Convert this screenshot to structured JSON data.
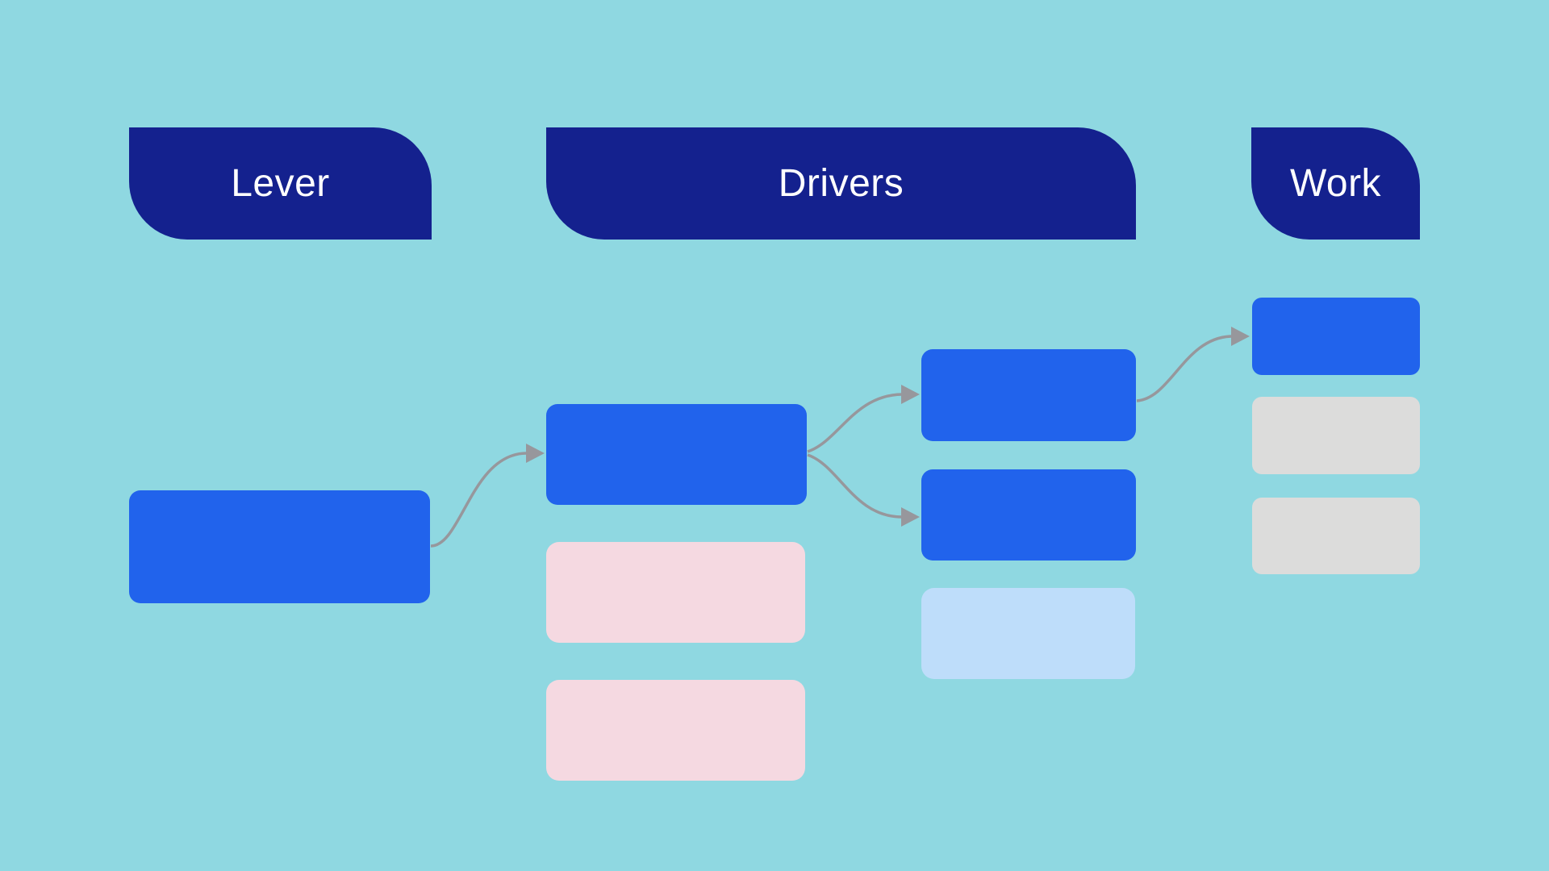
{
  "diagram": {
    "title": "Lever-Drivers-Work flow diagram",
    "columns": [
      {
        "id": "lever",
        "label": "Lever"
      },
      {
        "id": "drivers",
        "label": "Drivers"
      },
      {
        "id": "work",
        "label": "Work"
      }
    ],
    "nodes": [
      {
        "id": "lever-box",
        "column": "lever",
        "color": "#2163EC",
        "label": ""
      },
      {
        "id": "driver-primary-box",
        "column": "drivers",
        "color": "#2163EC",
        "label": ""
      },
      {
        "id": "driver-pink-box-1",
        "column": "drivers",
        "color": "#F5D9E1",
        "label": ""
      },
      {
        "id": "driver-pink-box-2",
        "column": "drivers",
        "color": "#F5D9E1",
        "label": ""
      },
      {
        "id": "subdriver-box-1",
        "column": "drivers",
        "color": "#2163EC",
        "label": ""
      },
      {
        "id": "subdriver-box-2",
        "column": "drivers",
        "color": "#2163EC",
        "label": ""
      },
      {
        "id": "subdriver-box-3",
        "column": "drivers",
        "color": "#BEDDFA",
        "label": ""
      },
      {
        "id": "work-box-1",
        "column": "work",
        "color": "#2163EC",
        "label": ""
      },
      {
        "id": "work-box-2",
        "column": "work",
        "color": "#DCDCDB",
        "label": ""
      },
      {
        "id": "work-box-3",
        "column": "work",
        "color": "#DCDCDB",
        "label": ""
      }
    ],
    "connections": [
      {
        "from": "lever-box",
        "to": "driver-primary-box"
      },
      {
        "from": "driver-primary-box",
        "to": "subdriver-box-1"
      },
      {
        "from": "driver-primary-box",
        "to": "subdriver-box-2"
      },
      {
        "from": "subdriver-box-1",
        "to": "work-box-1"
      }
    ],
    "colors": {
      "background": "#8FD8E1",
      "header": "#14218E",
      "header_text": "#FFFFFF",
      "accent_blue": "#2163EC",
      "pink": "#F5D9E1",
      "light_blue": "#BEDDFA",
      "gray": "#DCDCDB",
      "arrow": "#97979C"
    }
  }
}
